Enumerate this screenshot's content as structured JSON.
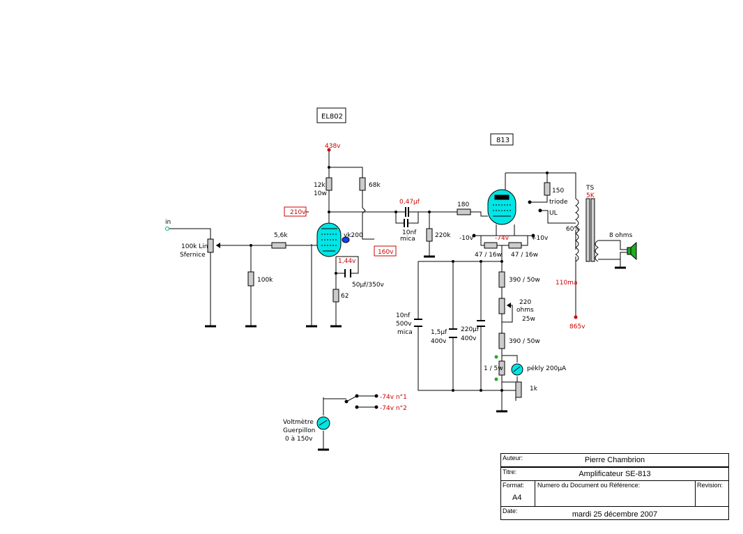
{
  "tubes": {
    "driver": "EL802",
    "output": "813"
  },
  "input": {
    "label": "in"
  },
  "volume_pot": {
    "value": "100k Lin",
    "brand": "Sfernice"
  },
  "resistors": {
    "grid_stopper": "5,6k",
    "grid_leak": "100k",
    "plate_12k": "12k",
    "plate_12k_watts": "10w",
    "plate_68k": "68k",
    "cathode": "62",
    "g2_stopper": "180",
    "output_grid_leak": "220k",
    "sense_left": "47 / 16w",
    "sense_right": "47 / 16w",
    "bias_390_top": "390  / 50w",
    "bias_pot_value": "220",
    "bias_pot_unit": "ohms",
    "bias_pot_watts": "25w",
    "bias_390_bottom": "390  / 50w",
    "bias_shunt": "1 / 5w",
    "bias_1k": "1k",
    "screen_150": "150"
  },
  "capacitors": {
    "coupling": "0,47µf",
    "mica_value": "10nf",
    "mica_label": "mica",
    "cathode_bypass": "50µf/350v",
    "filter_10nf": "10nf",
    "filter_10nf_voltage": "500v",
    "filter_10nf_type": "mica",
    "filter_1_5": "1,5µf",
    "filter_1_5_voltage": "400v",
    "filter_220": "220µf",
    "filter_220_voltage": "400v"
  },
  "voltages": {
    "b_plus_driver": "438v",
    "plate_driver": "210v",
    "screen_driver": "160v",
    "cathode_driver": "1,44v",
    "heater": "vk200",
    "minus10_left": "-10v",
    "plus10_right": "+10v",
    "bias_top": "-74v",
    "b_plus_output": "865v",
    "current": "110ma",
    "bias_sel_1": "-74v  n°1",
    "bias_sel_2": "-74v  n°2"
  },
  "switch": {
    "triode": "triode",
    "ul": "UL"
  },
  "transformer": {
    "name": "TS",
    "impedance": "5K",
    "tap": "60%",
    "speaker": "8 ohms"
  },
  "meters": {
    "pekly": "pékly 200µA",
    "voltmeter_line1": "Voltmètre",
    "voltmeter_line2": "Guerpillon",
    "voltmeter_line3": "0 à 150v"
  },
  "colors": {
    "tube": "#00e5e5",
    "wire": "#000000",
    "voltage": "#cc0000",
    "speaker": "#22aa22",
    "test_point": "#22aa22"
  },
  "title_block": {
    "author_label": "Auteur:",
    "author": "Pierre Chambrion",
    "title_label": "Titre:",
    "title": "Amplificateur SE-813",
    "format_label": "Format:",
    "format": "A4",
    "docnum_label": "Numero du Document ou Référence:",
    "revision_label": "Revision:",
    "date_label": "Date:",
    "date": "mardi 25 décembre 2007"
  }
}
